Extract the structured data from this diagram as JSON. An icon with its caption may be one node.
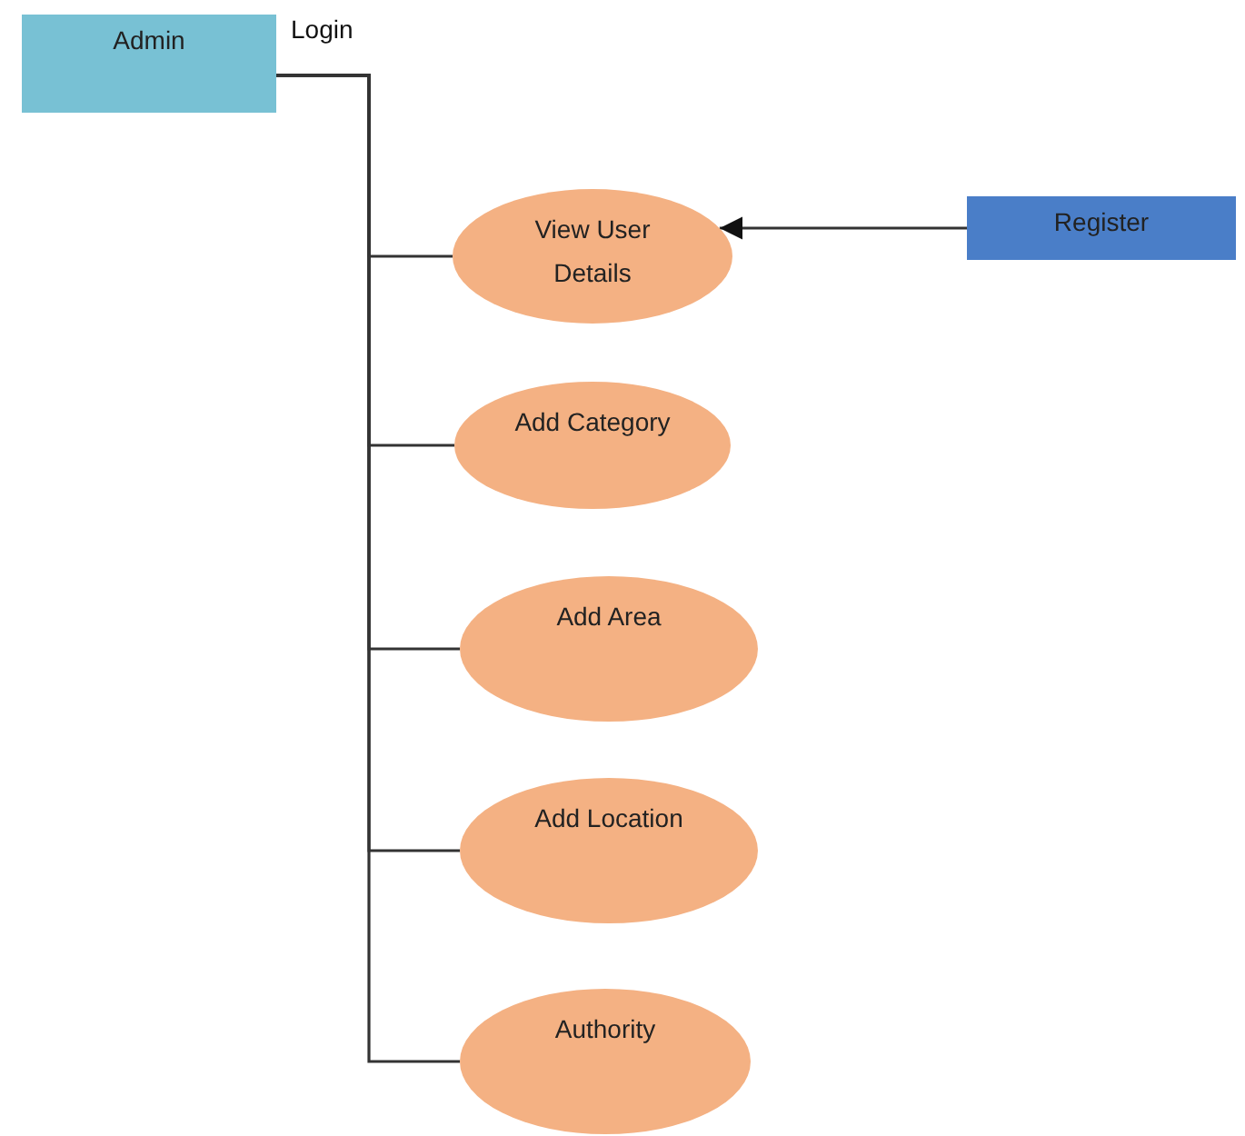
{
  "diagram": {
    "nodes": [
      {
        "text": [
          "Admin"
        ]
      },
      {
        "text": [
          "View User Details"
        ]
      },
      {
        "text": [
          "Add Category"
        ]
      },
      {
        "text": [
          "Add Area"
        ]
      },
      {
        "text": [
          "Add Location"
        ]
      },
      {
        "text": [
          "Authority"
        ]
      },
      {
        "text": [
          "Register"
        ]
      }
    ],
    "edges": [
      {
        "from": 0,
        "to": 1,
        "arrow": "none"
      },
      {
        "from": 0,
        "to": 2,
        "arrow": "none"
      },
      {
        "from": 0,
        "to": 3,
        "arrow": "none"
      },
      {
        "from": 0,
        "to": 4,
        "arrow": "none"
      },
      {
        "from": 0,
        "to": 5,
        "arrow": "none"
      },
      {
        "from": 6,
        "to": 1,
        "arrow": "to"
      }
    ],
    "labels": [
      "Login"
    ]
  }
}
